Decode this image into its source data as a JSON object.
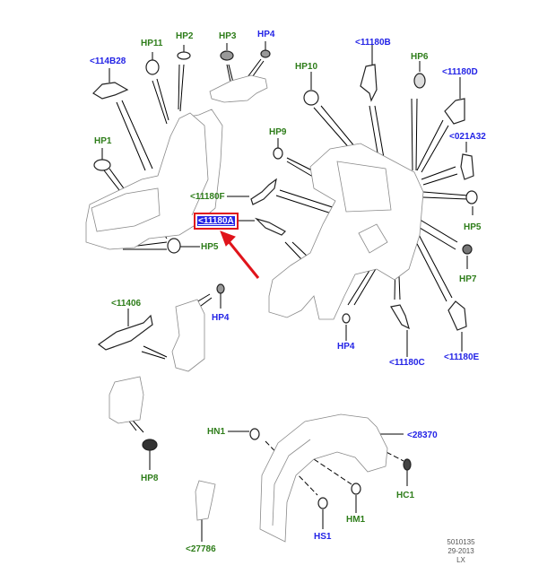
{
  "title": "Inner wheel arch / body panel plugs exploded view",
  "colors": {
    "label_green": "#2e7d1a",
    "label_blue": "#2323e6",
    "highlight_red": "#e0141b",
    "line": "#000000",
    "part_outline": "#9a9a9a"
  },
  "labels": {
    "114B28": "<114B28",
    "HP11": "HP11",
    "HP2": "HP2",
    "HP3": "HP3",
    "HP4_top": "HP4",
    "HP10": "HP10",
    "11180B": "<11180B",
    "HP6": "HP6",
    "11180D": "<11180D",
    "021A32": "<021A32",
    "HP1": "HP1",
    "HP9": "HP9",
    "11180F": "<11180F",
    "11180A": "<11180A",
    "HP5_left": "HP5",
    "HP5_right": "HP5",
    "HP7": "HP7",
    "11406": "<11406",
    "HP4_mid": "HP4",
    "HP4_right": "HP4",
    "11180C": "<11180C",
    "11180E": "<11180E",
    "HP8": "HP8",
    "HN1": "HN1",
    "28370": "<28370",
    "HC1": "HC1",
    "HM1": "HM1",
    "HS1": "HS1",
    "27786": "<27786"
  },
  "selected_part": "<11180A",
  "footer": {
    "code": "5010135",
    "date": "29-2013",
    "model": "LX"
  }
}
